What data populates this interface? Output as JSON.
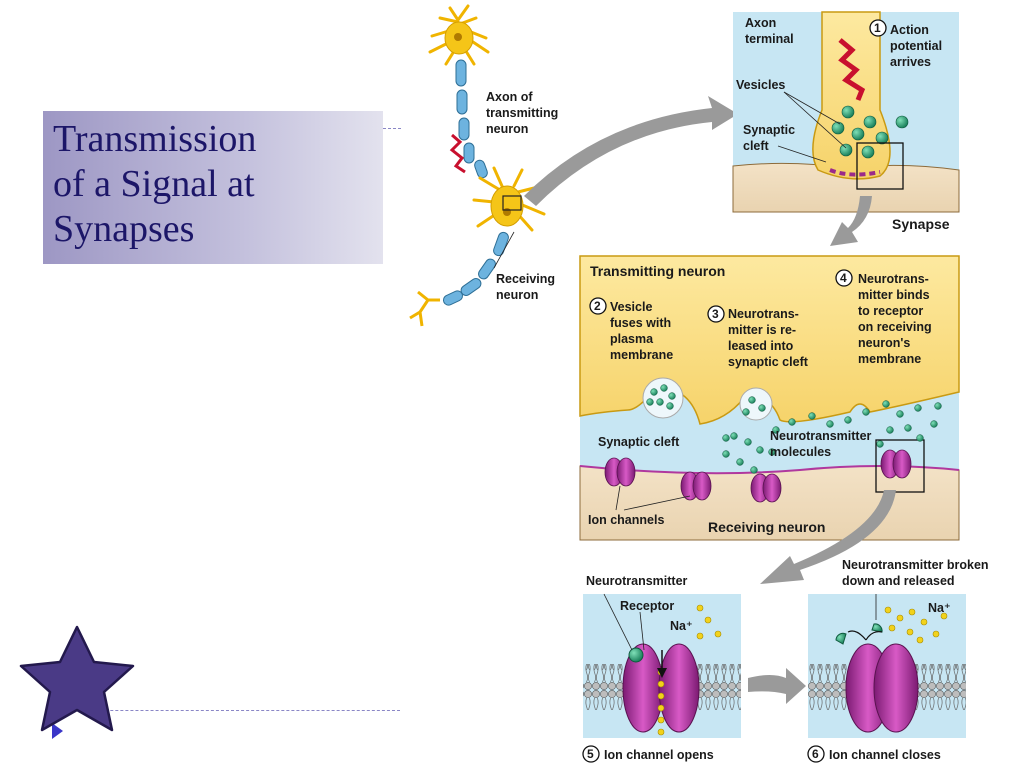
{
  "slide": {
    "title": "Transmission\nof a Signal at\nSynapses"
  },
  "diagram": {
    "overview": {
      "axon_label": [
        "Axon of",
        "transmitting",
        "neuron"
      ],
      "receiving_label": [
        "Receiving",
        "neuron"
      ]
    },
    "synapse_panel": {
      "axon_terminal": [
        "Axon",
        "terminal"
      ],
      "vesicles": "Vesicles",
      "synaptic_cleft": [
        "Synaptic",
        "cleft"
      ],
      "step1_num": "1",
      "step1": [
        "Action",
        "potential",
        "arrives"
      ],
      "caption": "Synapse"
    },
    "detail_panel": {
      "transmitting_neuron": "Transmitting neuron",
      "step2_num": "2",
      "step2": [
        "Vesicle",
        "fuses with",
        "plasma",
        "membrane"
      ],
      "step3_num": "3",
      "step3": [
        "Neurotrans-",
        "mitter is re-",
        "leased into",
        "synaptic cleft"
      ],
      "step4_num": "4",
      "step4": [
        "Neurotrans-",
        "mitter binds",
        "to receptor",
        "on receiving",
        "neuron's",
        "membrane"
      ],
      "synaptic_cleft": "Synaptic cleft",
      "neurotransmitter_molecules": [
        "Neurotransmitter",
        "molecules"
      ],
      "ion_channels": "Ion channels",
      "receiving_neuron": "Receiving neuron"
    },
    "channel_open_panel": {
      "neurotransmitter": "Neurotransmitter",
      "receptor": "Receptor",
      "na": "Na⁺",
      "step5_num": "5",
      "step5": "Ion channel opens"
    },
    "channel_close_panel": {
      "broken_down": [
        "Neurotransmitter broken",
        "down and released"
      ],
      "na": "Na⁺",
      "step6_num": "6",
      "step6": "Ion channel closes"
    }
  },
  "colors": {
    "title_text": "#1c1668",
    "star_fill": "#4a3a86",
    "accent": "#3a36c8",
    "neuron_yellow": "#f5c518",
    "axon_blue": "#6db3df",
    "cleft_blue": "#c7e6f3",
    "vesicle_green": "#2aa37a",
    "channel_purple": "#b0389e"
  }
}
